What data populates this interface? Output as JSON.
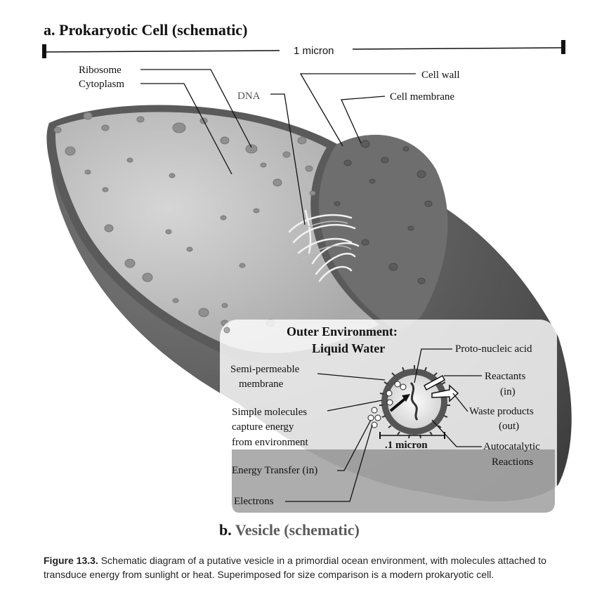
{
  "panel_a": {
    "title": "a. Prokaryotic Cell (schematic)",
    "scale_label": "1 micron",
    "labels": {
      "ribosome": "Ribosome",
      "cytoplasm": "Cytoplasm",
      "dna": "DNA",
      "cell_wall": "Cell wall",
      "cell_membrane": "Cell membrane"
    }
  },
  "panel_b": {
    "title_prefix": "b. ",
    "title_rest": "Vesicle (schematic)",
    "heading_line1": "Outer Environment:",
    "heading_line2": "Liquid Water",
    "scale_label": ".1 micron",
    "labels": {
      "semi_permeable_1": "Semi-permeable",
      "semi_permeable_2": "membrane",
      "simple_molecules_1": "Simple molecules",
      "simple_molecules_2": "capture energy",
      "simple_molecules_3": "from environment",
      "energy_transfer": "Energy Transfer (in)",
      "electrons": "Electrons",
      "proto_nucleic": "Proto-nucleic acid",
      "reactants_1": "Reactants",
      "reactants_2": "(in)",
      "waste_1": "Waste products",
      "waste_2": "(out)",
      "autocatalytic_1": "Autocatalytic",
      "autocatalytic_2": "Reactions"
    }
  },
  "caption": {
    "figure_label": "Figure 13.3.",
    "text": " Schematic diagram of a putative vesicle in a primordial ocean environment, with molecules attached to transduce energy from sunlight or heat. Superimposed for size comparison is a modern prokaryotic cell."
  }
}
